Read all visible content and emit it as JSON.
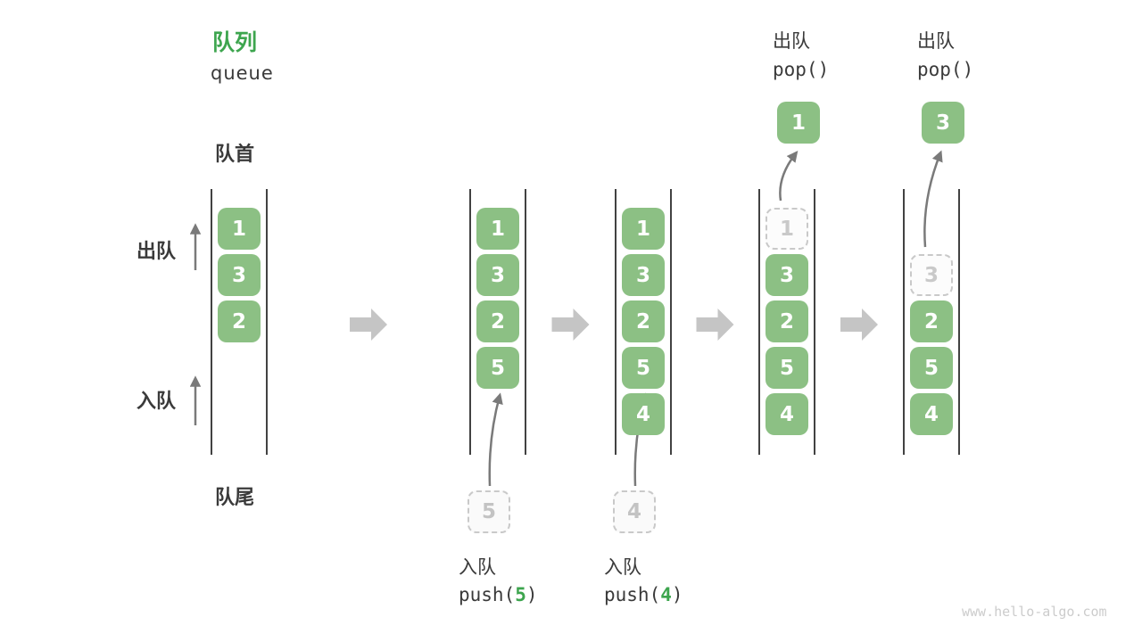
{
  "title": {
    "zh": "队列",
    "en": "queue"
  },
  "side_labels": {
    "front": "队首",
    "rear": "队尾",
    "dequeue": "出队",
    "enqueue": "入队"
  },
  "watermark": "www.hello-algo.com",
  "colors": {
    "box_green": "#8CC084",
    "title_green": "#3DA54E",
    "code_green": "#3DA54E",
    "wall": "#424242",
    "text": "#3A3A3A",
    "thin_arrow": "#7A7A7A",
    "big_arrow": "#C5C5C5",
    "ghost": "#C9C9C9"
  },
  "columns": [
    {
      "slots": [
        {
          "row": 0,
          "value": "1"
        },
        {
          "row": 1,
          "value": "3"
        },
        {
          "row": 2,
          "value": "2"
        }
      ]
    },
    {
      "slots": [
        {
          "row": 0,
          "value": "1"
        },
        {
          "row": 1,
          "value": "3"
        },
        {
          "row": 2,
          "value": "2"
        },
        {
          "row": 3,
          "value": "5"
        }
      ]
    },
    {
      "slots": [
        {
          "row": 0,
          "value": "1"
        },
        {
          "row": 1,
          "value": "3"
        },
        {
          "row": 2,
          "value": "2"
        },
        {
          "row": 3,
          "value": "5"
        },
        {
          "row": 4,
          "value": "4"
        }
      ]
    },
    {
      "slots": [
        {
          "row": 0,
          "value": "1",
          "ghost": true
        },
        {
          "row": 1,
          "value": "3"
        },
        {
          "row": 2,
          "value": "2"
        },
        {
          "row": 3,
          "value": "5"
        },
        {
          "row": 4,
          "value": "4"
        }
      ]
    },
    {
      "slots": [
        {
          "row": 1,
          "value": "3",
          "ghost": true
        },
        {
          "row": 2,
          "value": "2"
        },
        {
          "row": 3,
          "value": "5"
        },
        {
          "row": 4,
          "value": "4"
        }
      ]
    }
  ],
  "operations": [
    {
      "kind": "push",
      "column": 1,
      "value": "5",
      "label_zh": "入队",
      "code_pre": "push(",
      "code_post": ")"
    },
    {
      "kind": "push",
      "column": 2,
      "value": "4",
      "label_zh": "入队",
      "code_pre": "push(",
      "code_post": ")"
    },
    {
      "kind": "pop",
      "column": 3,
      "value": "1",
      "label_zh": "出队",
      "code": "pop()"
    },
    {
      "kind": "pop",
      "column": 4,
      "value": "3",
      "label_zh": "出队",
      "code": "pop()"
    }
  ]
}
